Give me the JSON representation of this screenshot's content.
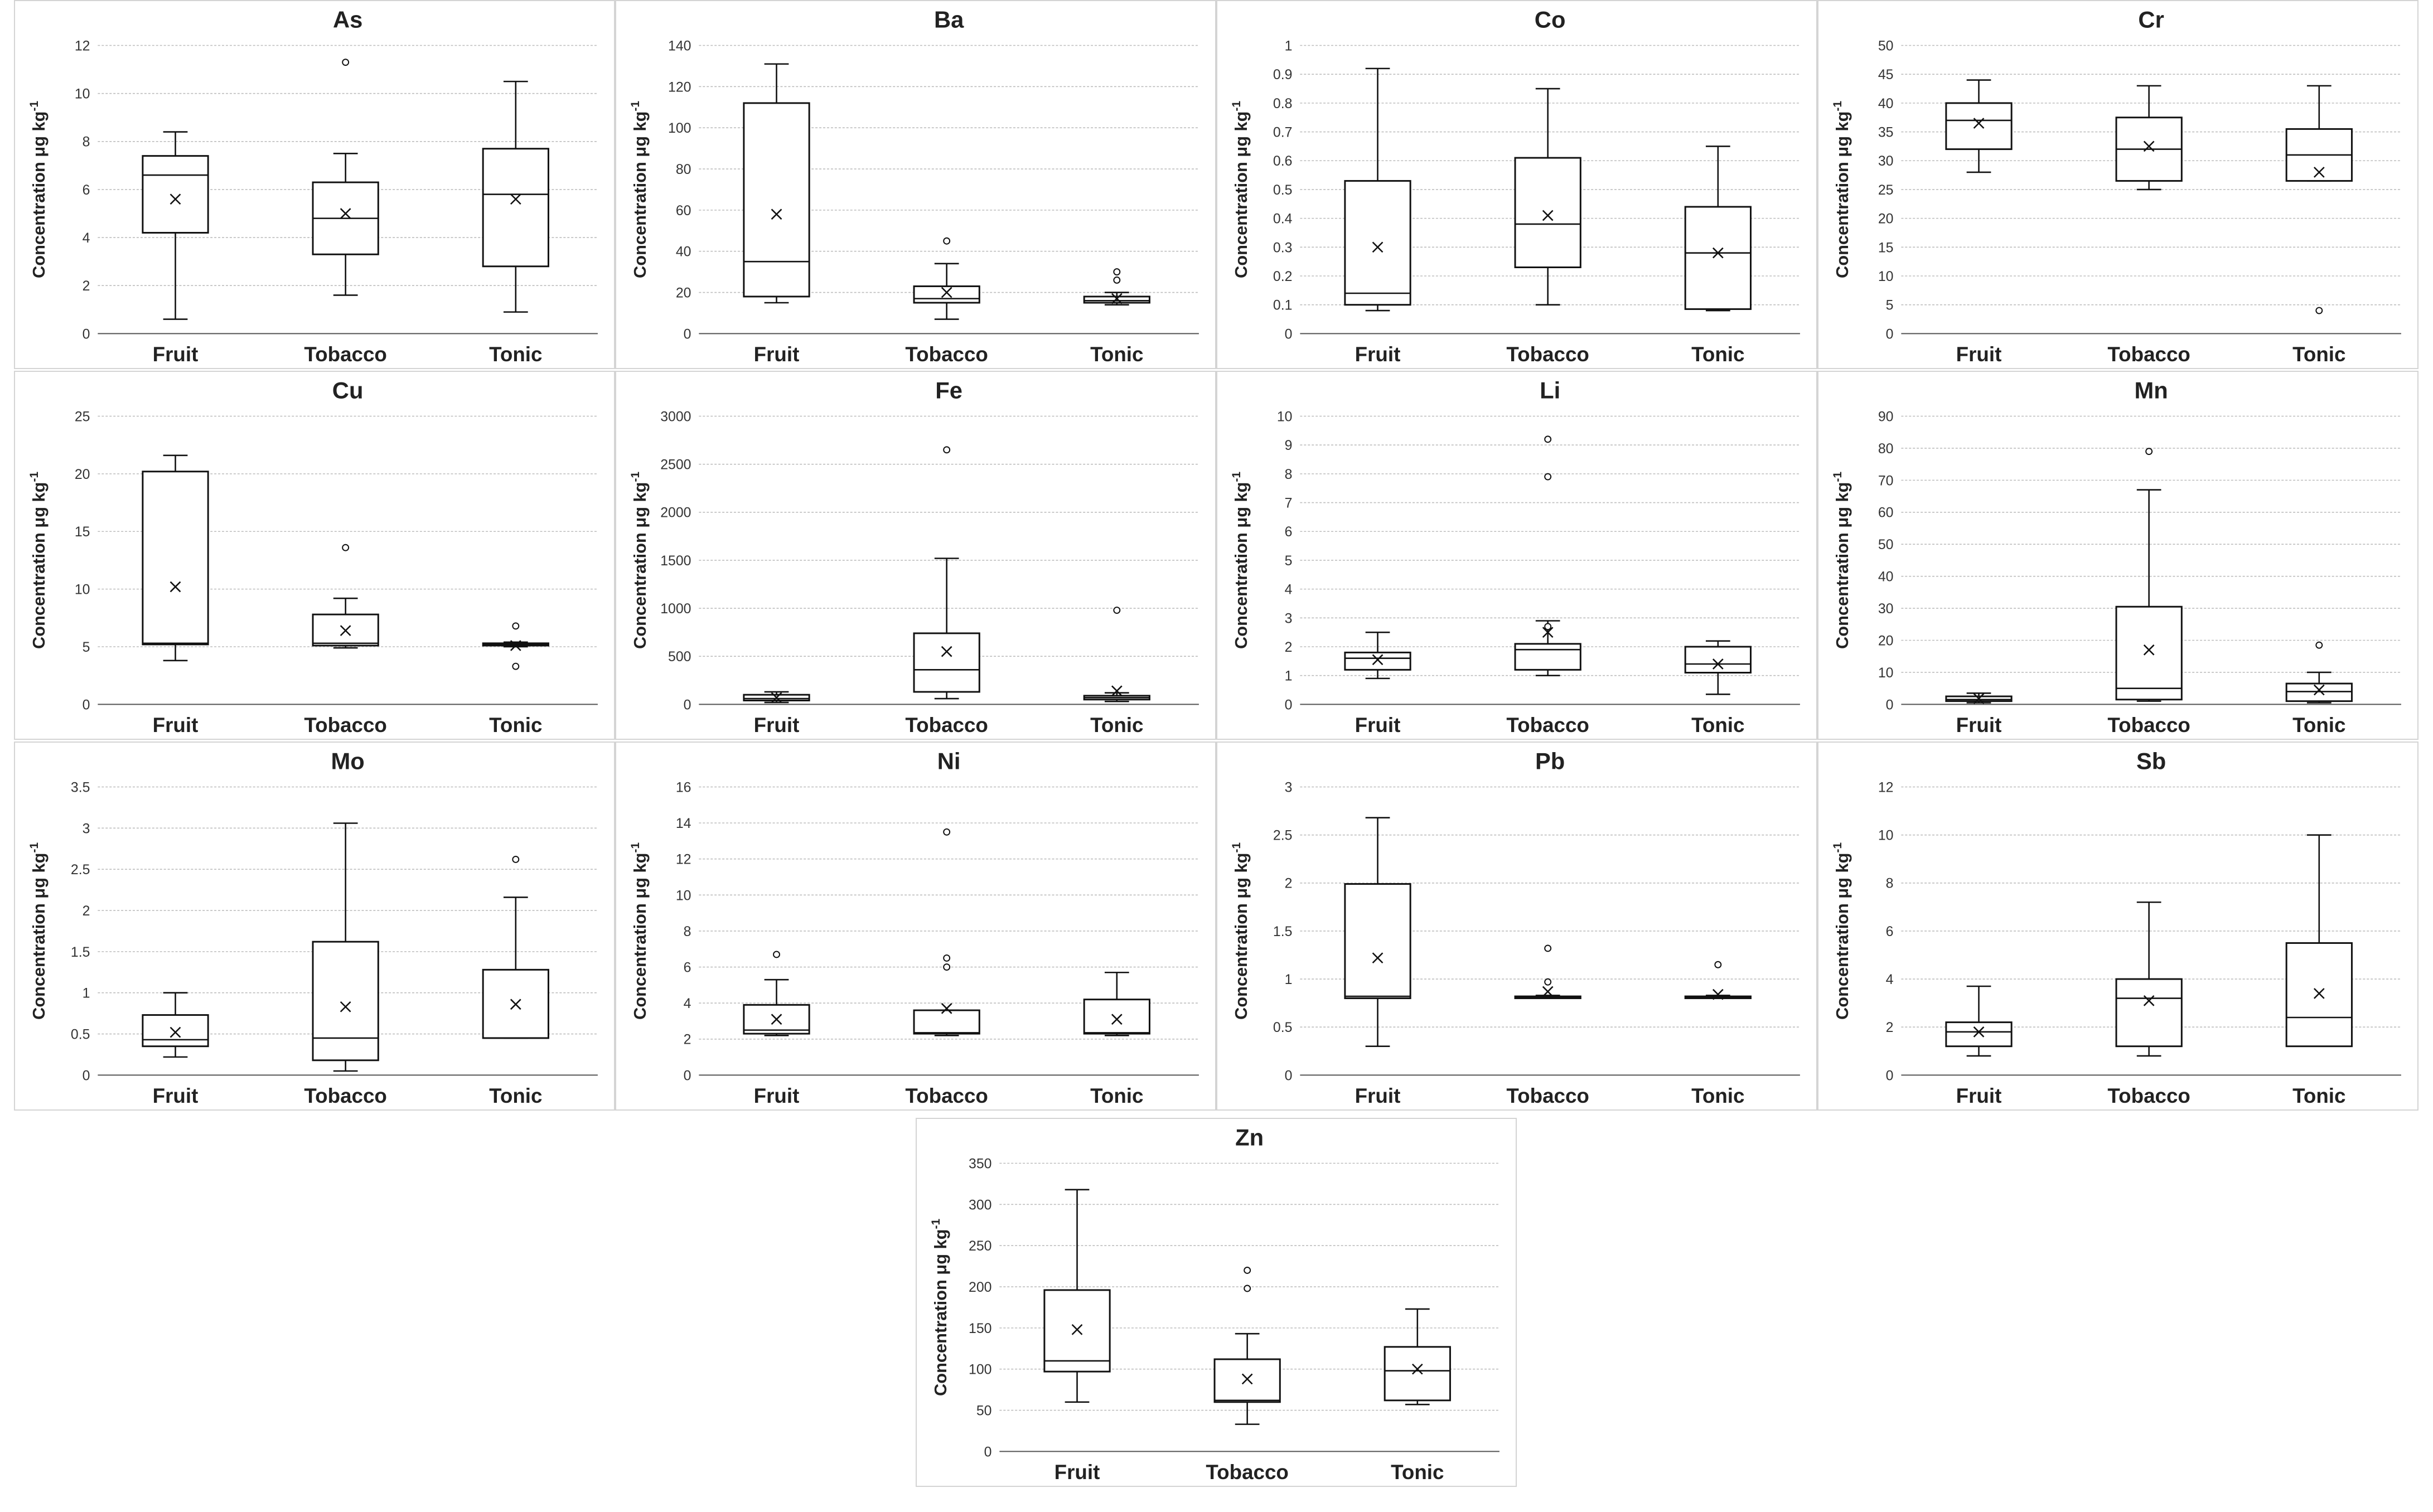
{
  "chart_data": [
    {
      "type": "box",
      "title": "As",
      "ylabel": "Concentration μg kg",
      "ylabel_sup": "-1",
      "ylim": [
        0,
        12
      ],
      "yticks": [
        0,
        2,
        4,
        6,
        8,
        10,
        12
      ],
      "categories": [
        "Fruit",
        "Tobacco",
        "Tonic"
      ],
      "boxes": [
        {
          "min": 0.6,
          "q1": 4.2,
          "median": 6.6,
          "q3": 7.4,
          "max": 8.4,
          "mean": 5.6,
          "outliers": []
        },
        {
          "min": 1.6,
          "q1": 3.3,
          "median": 4.8,
          "q3": 6.3,
          "max": 7.5,
          "mean": 5.0,
          "outliers": [
            11.3
          ]
        },
        {
          "min": 0.9,
          "q1": 2.8,
          "median": 5.8,
          "q3": 7.7,
          "max": 10.5,
          "mean": 5.6,
          "outliers": []
        }
      ]
    },
    {
      "type": "box",
      "title": "Ba",
      "ylabel": "Concentration μg kg",
      "ylabel_sup": "-1",
      "ylim": [
        0,
        140
      ],
      "yticks": [
        0,
        20,
        40,
        60,
        80,
        100,
        120,
        140
      ],
      "categories": [
        "Fruit",
        "Tobacco",
        "Tonic"
      ],
      "boxes": [
        {
          "min": 15,
          "q1": 18,
          "median": 35,
          "q3": 112,
          "max": 131,
          "mean": 58,
          "outliers": []
        },
        {
          "min": 7,
          "q1": 15,
          "median": 17,
          "q3": 23,
          "max": 34,
          "mean": 20,
          "outliers": [
            45
          ]
        },
        {
          "min": 14,
          "q1": 15,
          "median": 16,
          "q3": 18,
          "max": 20,
          "mean": 17,
          "outliers": [
            26,
            30
          ]
        }
      ]
    },
    {
      "type": "box",
      "title": "Co",
      "ylabel": "Concentration μg kg",
      "ylabel_sup": "-1",
      "ylim": [
        0,
        1
      ],
      "yticks": [
        0,
        0.1,
        0.2,
        0.3,
        0.4,
        0.5,
        0.6,
        0.7,
        0.8,
        0.9,
        1
      ],
      "categories": [
        "Fruit",
        "Tobacco",
        "Tonic"
      ],
      "boxes": [
        {
          "min": 0.08,
          "q1": 0.1,
          "median": 0.14,
          "q3": 0.53,
          "max": 0.92,
          "mean": 0.3,
          "outliers": []
        },
        {
          "min": 0.1,
          "q1": 0.23,
          "median": 0.38,
          "q3": 0.61,
          "max": 0.85,
          "mean": 0.41,
          "outliers": []
        },
        {
          "min": 0.08,
          "q1": 0.085,
          "median": 0.28,
          "q3": 0.44,
          "max": 0.65,
          "mean": 0.28,
          "outliers": []
        }
      ]
    },
    {
      "type": "box",
      "title": "Cr",
      "ylabel": "Concentration μg kg",
      "ylabel_sup": "-1",
      "ylim": [
        0,
        50
      ],
      "yticks": [
        0,
        5,
        10,
        15,
        20,
        25,
        30,
        35,
        40,
        45,
        50
      ],
      "categories": [
        "Fruit",
        "Tobacco",
        "Tonic"
      ],
      "boxes": [
        {
          "min": 28,
          "q1": 32,
          "median": 37,
          "q3": 40,
          "max": 44,
          "mean": 36.5,
          "outliers": []
        },
        {
          "min": 25,
          "q1": 26.5,
          "median": 32,
          "q3": 37.5,
          "max": 43,
          "mean": 32.5,
          "outliers": []
        },
        {
          "min": 26.5,
          "q1": 26.5,
          "median": 31,
          "q3": 35.5,
          "max": 43,
          "mean": 28,
          "outliers": [
            4
          ]
        }
      ]
    },
    {
      "type": "box",
      "title": "Cu",
      "ylabel": "Concentration μg kg",
      "ylabel_sup": "-1",
      "ylim": [
        0,
        25
      ],
      "yticks": [
        0,
        5,
        10,
        15,
        20,
        25
      ],
      "categories": [
        "Fruit",
        "Tobacco",
        "Tonic"
      ],
      "boxes": [
        {
          "min": 3.8,
          "q1": 5.2,
          "median": 5.3,
          "q3": 20.2,
          "max": 21.6,
          "mean": 10.2,
          "outliers": []
        },
        {
          "min": 4.9,
          "q1": 5.1,
          "median": 5.3,
          "q3": 7.8,
          "max": 9.2,
          "mean": 6.4,
          "outliers": [
            13.6
          ]
        },
        {
          "min": 5.0,
          "q1": 5.1,
          "median": 5.2,
          "q3": 5.3,
          "max": 5.4,
          "mean": 5.1,
          "outliers": [
            3.3,
            6.8
          ]
        }
      ]
    },
    {
      "type": "box",
      "title": "Fe",
      "ylabel": "Concentration μg kg",
      "ylabel_sup": "-1",
      "ylim": [
        0,
        3000
      ],
      "yticks": [
        0,
        500,
        1000,
        1500,
        2000,
        2500,
        3000
      ],
      "categories": [
        "Fruit",
        "Tobacco",
        "Tonic"
      ],
      "boxes": [
        {
          "min": 20,
          "q1": 40,
          "median": 60,
          "q3": 100,
          "max": 130,
          "mean": 70,
          "outliers": []
        },
        {
          "min": 60,
          "q1": 130,
          "median": 360,
          "q3": 740,
          "max": 1520,
          "mean": 550,
          "outliers": [
            2650
          ]
        },
        {
          "min": 30,
          "q1": 50,
          "median": 70,
          "q3": 90,
          "max": 120,
          "mean": 140,
          "outliers": [
            980
          ]
        }
      ]
    },
    {
      "type": "box",
      "title": "Li",
      "ylabel": "Concentration μg kg",
      "ylabel_sup": "-1",
      "ylim": [
        0,
        10
      ],
      "yticks": [
        0,
        1,
        2,
        3,
        4,
        5,
        6,
        7,
        8,
        9,
        10
      ],
      "categories": [
        "Fruit",
        "Tobacco",
        "Tonic"
      ],
      "boxes": [
        {
          "min": 0.9,
          "q1": 1.2,
          "median": 1.6,
          "q3": 1.8,
          "max": 2.5,
          "mean": 1.55,
          "outliers": []
        },
        {
          "min": 1.0,
          "q1": 1.2,
          "median": 1.9,
          "q3": 2.1,
          "max": 2.9,
          "mean": 2.5,
          "outliers": [
            7.9,
            9.2,
            2.7
          ]
        },
        {
          "min": 0.35,
          "q1": 1.1,
          "median": 1.4,
          "q3": 2.0,
          "max": 2.2,
          "mean": 1.4,
          "outliers": []
        }
      ]
    },
    {
      "type": "box",
      "title": "Mn",
      "ylabel": "Concentration μg kg",
      "ylabel_sup": "-1",
      "ylim": [
        0,
        90
      ],
      "yticks": [
        0,
        10,
        20,
        30,
        40,
        50,
        60,
        70,
        80,
        90
      ],
      "categories": [
        "Fruit",
        "Tobacco",
        "Tonic"
      ],
      "boxes": [
        {
          "min": 0.5,
          "q1": 1,
          "median": 1.5,
          "q3": 2.5,
          "max": 3.5,
          "mean": 1.8,
          "outliers": []
        },
        {
          "min": 1,
          "q1": 1.5,
          "median": 5,
          "q3": 30.5,
          "max": 67,
          "mean": 17,
          "outliers": [
            79
          ]
        },
        {
          "min": 0.5,
          "q1": 1,
          "median": 4,
          "q3": 6.5,
          "max": 10,
          "mean": 4.5,
          "outliers": [
            18.5
          ]
        }
      ]
    },
    {
      "type": "box",
      "title": "Mo",
      "ylabel": "Concentration μg kg",
      "ylabel_sup": "-1",
      "ylim": [
        0,
        3.5
      ],
      "yticks": [
        0,
        0.5,
        1,
        1.5,
        2,
        2.5,
        3,
        3.5
      ],
      "categories": [
        "Fruit",
        "Tobacco",
        "Tonic"
      ],
      "boxes": [
        {
          "min": 0.22,
          "q1": 0.35,
          "median": 0.43,
          "q3": 0.73,
          "max": 1.0,
          "mean": 0.52,
          "outliers": []
        },
        {
          "min": 0.05,
          "q1": 0.18,
          "median": 0.45,
          "q3": 1.62,
          "max": 3.06,
          "mean": 0.83,
          "outliers": []
        },
        {
          "min": 0.45,
          "q1": 0.45,
          "median": 0.45,
          "q3": 1.28,
          "max": 2.16,
          "mean": 0.86,
          "outliers": [
            2.62
          ]
        }
      ]
    },
    {
      "type": "box",
      "title": "Ni",
      "ylabel": "Concentration μg kg",
      "ylabel_sup": "-1",
      "ylim": [
        0,
        16
      ],
      "yticks": [
        0,
        2,
        4,
        6,
        8,
        10,
        12,
        14,
        16
      ],
      "categories": [
        "Fruit",
        "Tobacco",
        "Tonic"
      ],
      "boxes": [
        {
          "min": 2.2,
          "q1": 2.3,
          "median": 2.5,
          "q3": 3.9,
          "max": 5.3,
          "mean": 3.1,
          "outliers": [
            6.7
          ]
        },
        {
          "min": 2.2,
          "q1": 2.3,
          "median": 2.35,
          "q3": 3.6,
          "max": 3.6,
          "mean": 3.7,
          "outliers": [
            6.0,
            6.5,
            13.5
          ]
        },
        {
          "min": 2.2,
          "q1": 2.3,
          "median": 2.35,
          "q3": 4.2,
          "max": 5.7,
          "mean": 3.1,
          "outliers": []
        }
      ]
    },
    {
      "type": "box",
      "title": "Pb",
      "ylabel": "Concentration μg kg",
      "ylabel_sup": "-1",
      "ylim": [
        0,
        3
      ],
      "yticks": [
        0,
        0.5,
        1,
        1.5,
        2,
        2.5,
        3
      ],
      "categories": [
        "Fruit",
        "Tobacco",
        "Tonic"
      ],
      "boxes": [
        {
          "min": 0.3,
          "q1": 0.8,
          "median": 0.82,
          "q3": 1.99,
          "max": 2.68,
          "mean": 1.22,
          "outliers": []
        },
        {
          "min": 0.8,
          "q1": 0.8,
          "median": 0.81,
          "q3": 0.82,
          "max": 0.83,
          "mean": 0.87,
          "outliers": [
            0.97,
            1.32
          ]
        },
        {
          "min": 0.8,
          "q1": 0.8,
          "median": 0.81,
          "q3": 0.82,
          "max": 0.83,
          "mean": 0.84,
          "outliers": [
            1.15
          ]
        }
      ]
    },
    {
      "type": "box",
      "title": "Sb",
      "ylabel": "Concentration μg kg",
      "ylabel_sup": "-1",
      "ylim": [
        0,
        12
      ],
      "yticks": [
        0,
        2,
        4,
        6,
        8,
        10,
        12
      ],
      "categories": [
        "Fruit",
        "Tobacco",
        "Tonic"
      ],
      "boxes": [
        {
          "min": 0.8,
          "q1": 1.2,
          "median": 1.8,
          "q3": 2.2,
          "max": 3.7,
          "mean": 1.8,
          "outliers": []
        },
        {
          "min": 0.8,
          "q1": 1.2,
          "median": 3.2,
          "q3": 4.0,
          "max": 7.2,
          "mean": 3.1,
          "outliers": []
        },
        {
          "min": 1.2,
          "q1": 1.2,
          "median": 2.4,
          "q3": 5.5,
          "max": 10.0,
          "mean": 3.4,
          "outliers": []
        }
      ]
    },
    {
      "type": "box",
      "title": "Zn",
      "ylabel": "Concentration μg kg",
      "ylabel_sup": "-1",
      "ylim": [
        0,
        350
      ],
      "yticks": [
        0,
        50,
        100,
        150,
        200,
        250,
        300,
        350
      ],
      "categories": [
        "Fruit",
        "Tobacco",
        "Tonic"
      ],
      "boxes": [
        {
          "min": 60,
          "q1": 97,
          "median": 110,
          "q3": 196,
          "max": 318,
          "mean": 148,
          "outliers": []
        },
        {
          "min": 33,
          "q1": 60,
          "median": 62,
          "q3": 112,
          "max": 143,
          "mean": 88,
          "outliers": [
            198,
            220
          ]
        },
        {
          "min": 57,
          "q1": 62,
          "median": 98,
          "q3": 127,
          "max": 173,
          "mean": 100,
          "outliers": []
        }
      ]
    }
  ]
}
